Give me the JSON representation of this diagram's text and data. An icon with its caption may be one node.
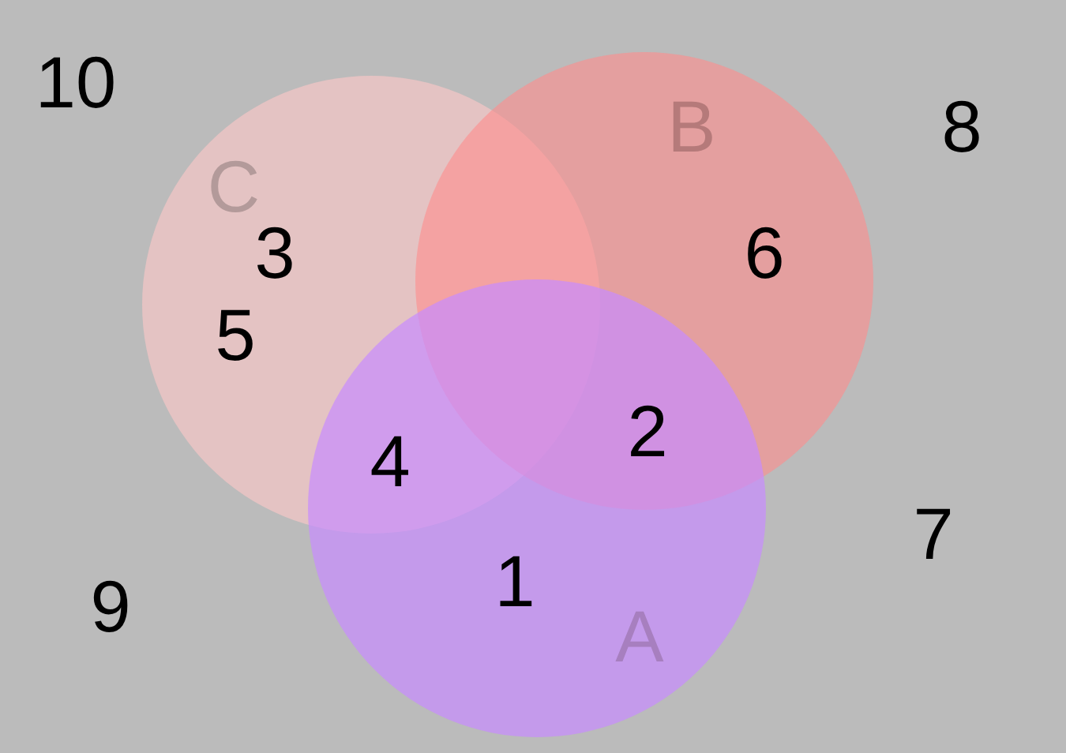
{
  "diagram": {
    "nodes": [
      {
        "text": [
          "C"
        ]
      },
      {
        "text": [
          "B"
        ]
      },
      {
        "text": [
          "A"
        ]
      }
    ],
    "labels": [
      "10",
      "8",
      "3",
      "6",
      "5",
      "2",
      "4",
      "7",
      "1",
      "9"
    ]
  }
}
